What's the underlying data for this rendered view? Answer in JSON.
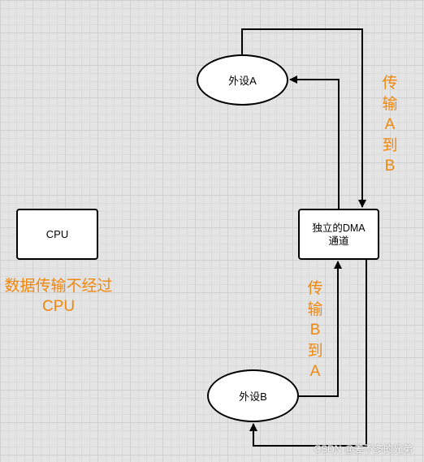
{
  "nodes": {
    "cpu": "CPU",
    "dma_line1": "独立的DMA",
    "dma_line2": "通道",
    "device_a": "外设A",
    "device_b": "外设B"
  },
  "labels": {
    "a_to_b": [
      "传",
      "输",
      "A",
      "到",
      "B"
    ],
    "b_to_a": [
      "传",
      "输",
      "B",
      "到",
      "A"
    ],
    "cpu_note_line1": "数据传输不经过",
    "cpu_note_line2": "CPU"
  },
  "watermark": "CSDN @差不多的兄弟",
  "colors": {
    "accent_text": "#f0870e",
    "stroke": "#000000",
    "node_fill": "#ffffff"
  }
}
